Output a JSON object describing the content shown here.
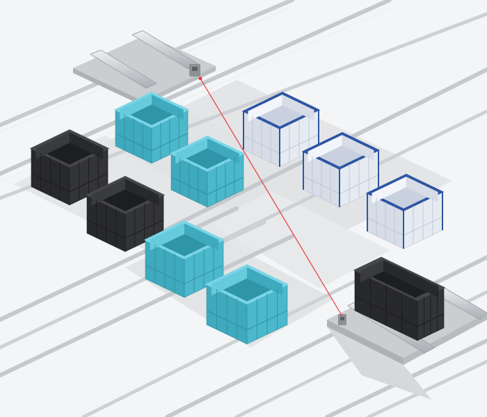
{
  "scene": {
    "colors": {
      "background": "#f4f5f6",
      "floor_lane": "#e6e7e8",
      "rail_light": "#d8dbde",
      "rail_dark": "#9da2a7",
      "stage_plate": "#c9cbce",
      "bin_black": "#2f3033",
      "bin_cyan": "#47b8cc",
      "bin_white": "#e8edf4",
      "bin_blue_rim": "#2e55a3",
      "laser_beam": "#e83a3a"
    },
    "bins": [
      {
        "color": "black"
      },
      {
        "color": "black"
      },
      {
        "color": "cyan"
      },
      {
        "color": "cyan"
      },
      {
        "color": "cyan"
      },
      {
        "color": "cyan"
      },
      {
        "color": "white-blue"
      },
      {
        "color": "white-blue"
      },
      {
        "color": "white-blue"
      },
      {
        "color": "black"
      }
    ],
    "sensors": [
      {
        "kind": "laser-emitter"
      },
      {
        "kind": "laser-receiver"
      }
    ]
  }
}
